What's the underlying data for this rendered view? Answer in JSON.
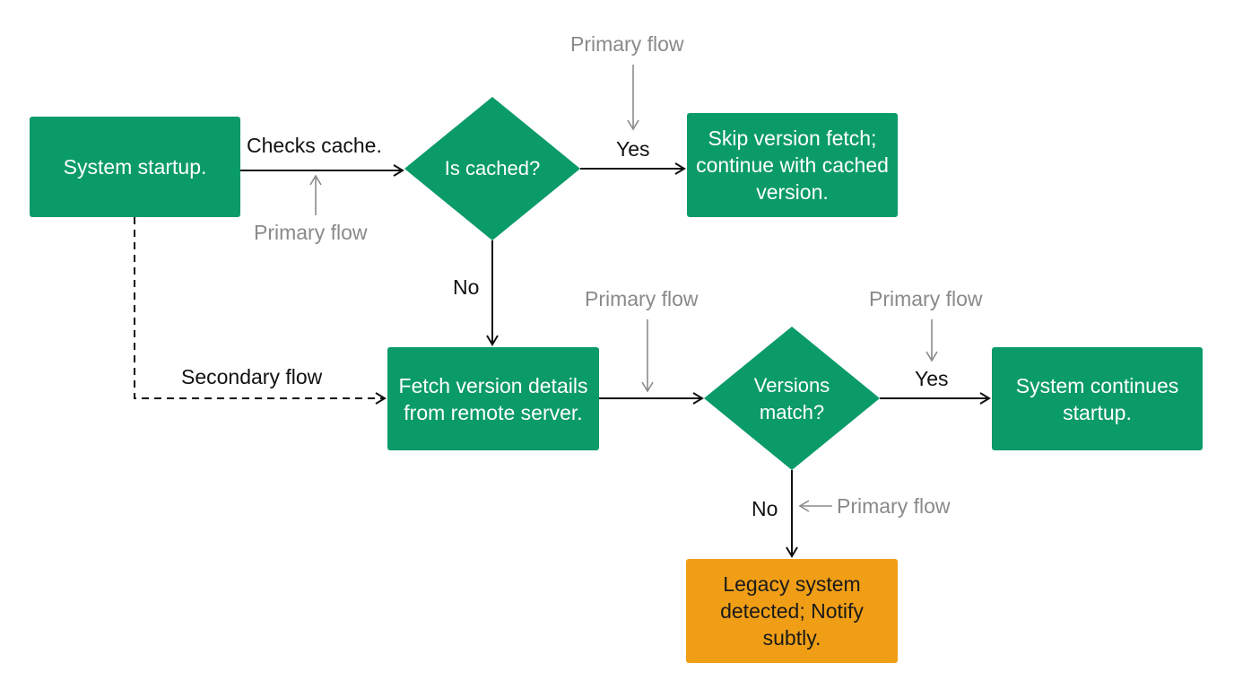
{
  "nodes": {
    "startup": "System startup.",
    "is_cached": "Is cached?",
    "skip_fetch": "Skip version fetch; continue with cached version.",
    "fetch": "Fetch version details from remote server.",
    "versions_match": "Versions match?",
    "continues": "System continues startup.",
    "legacy": "Legacy system detected; Notify subtly."
  },
  "edge_labels": {
    "checks_cache": "Checks cache.",
    "yes_1": "Yes",
    "no_1": "No",
    "secondary": "Secondary flow",
    "yes_2": "Yes",
    "no_2": "No"
  },
  "annotations": {
    "a1": "Primary flow",
    "a2": "Primary flow",
    "a3": "Primary flow",
    "a4": "Primary flow",
    "a5": "Primary flow"
  },
  "colors": {
    "process": "#0b9b68",
    "warning": "#f09e16",
    "edge": "#111111",
    "annotation": "#8a8a8a"
  }
}
